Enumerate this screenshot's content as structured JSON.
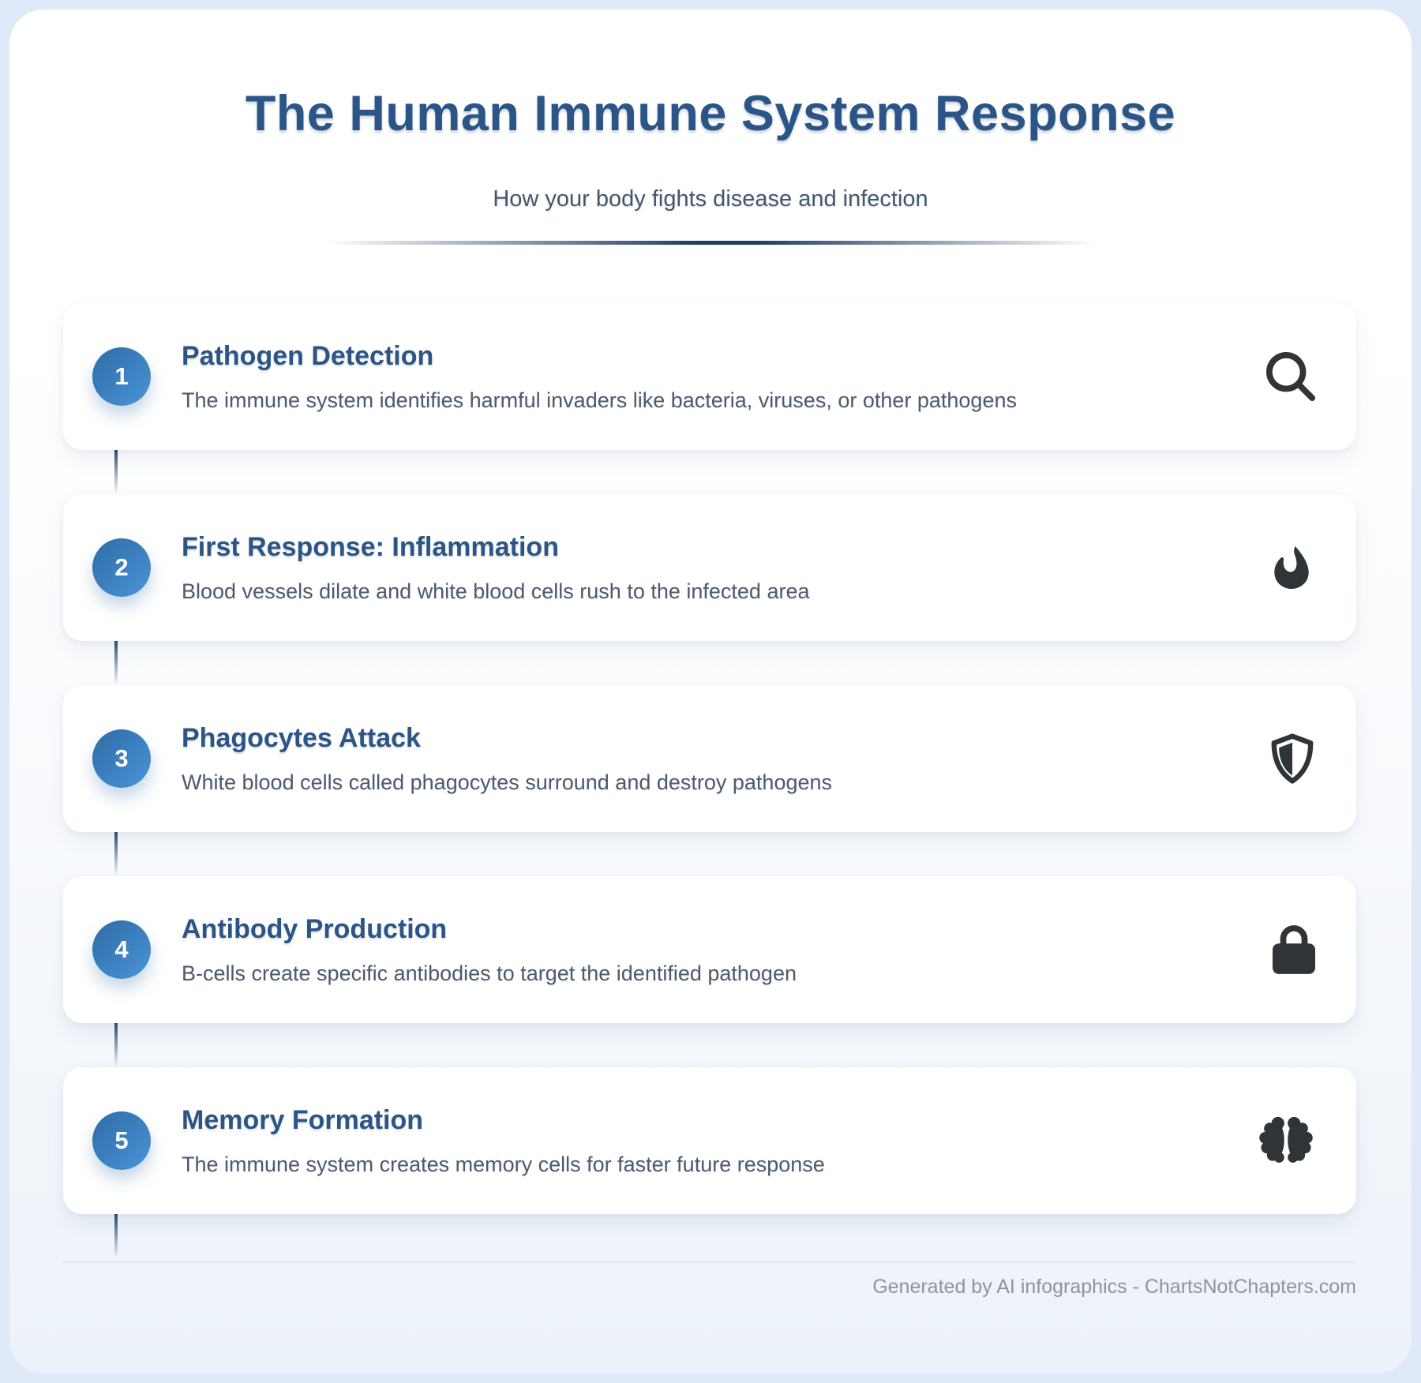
{
  "header": {
    "title": "The Human Immune System Response",
    "subtitle": "How your body fights disease and infection"
  },
  "steps": [
    {
      "number": "1",
      "title": "Pathogen Detection",
      "description": "The immune system identifies harmful invaders like bacteria, viruses, or other pathogens",
      "icon": "magnifying-glass-icon"
    },
    {
      "number": "2",
      "title": "First Response: Inflammation",
      "description": "Blood vessels dilate and white blood cells rush to the infected area",
      "icon": "flame-icon"
    },
    {
      "number": "3",
      "title": "Phagocytes Attack",
      "description": "White blood cells called phagocytes surround and destroy pathogens",
      "icon": "shield-icon"
    },
    {
      "number": "4",
      "title": "Antibody Production",
      "description": "B-cells create specific antibodies to target the identified pathogen",
      "icon": "lock-icon"
    },
    {
      "number": "5",
      "title": "Memory Formation",
      "description": "The immune system creates memory cells for faster future response",
      "icon": "brain-icon"
    }
  ],
  "footer": {
    "credit": "Generated by AI infographics - ChartsNotChapters.com"
  },
  "colors": {
    "page_background": "#dfe9f7",
    "card_background": "#ffffff",
    "heading_text": "#2a5586",
    "subtitle_text": "#44566b",
    "description_text": "#4c5b6e",
    "icon_color": "#2f3438",
    "badge_gradient_start": "#2e6ba5",
    "badge_gradient_end": "#4a94d8",
    "connector_line": "#2d4b70",
    "footer_text": "#8d949c"
  }
}
